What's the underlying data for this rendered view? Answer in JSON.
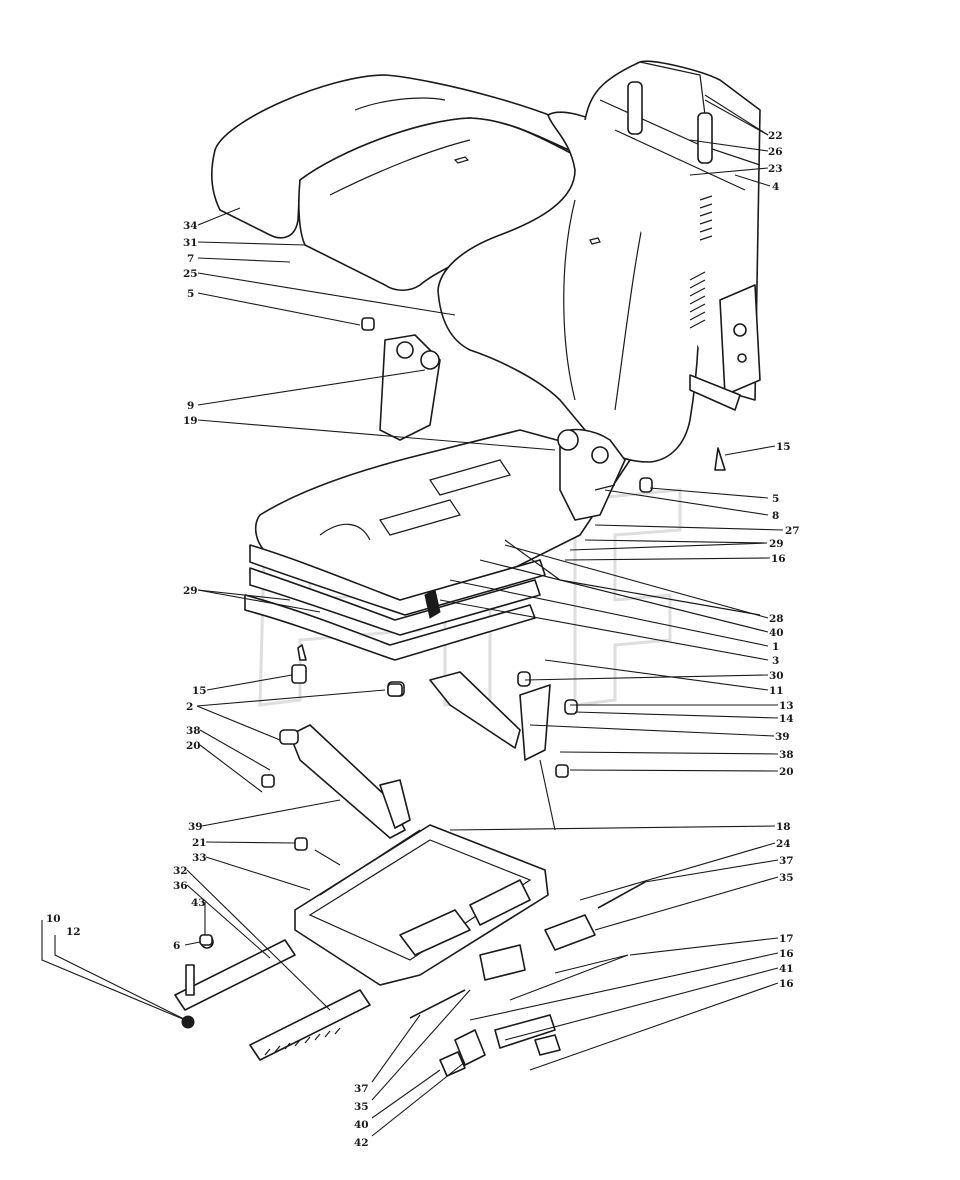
{
  "labels": [
    {
      "id": "r1",
      "text": "22"
    },
    {
      "id": "r2",
      "text": "26"
    },
    {
      "id": "r3",
      "text": "23"
    },
    {
      "id": "r4",
      "text": "4"
    },
    {
      "id": "r5",
      "text": "15"
    },
    {
      "id": "r6",
      "text": "5"
    },
    {
      "id": "r7",
      "text": "8"
    },
    {
      "id": "r8",
      "text": "27"
    },
    {
      "id": "r9",
      "text": "29"
    },
    {
      "id": "r10",
      "text": "16"
    },
    {
      "id": "r11",
      "text": "28"
    },
    {
      "id": "r12",
      "text": "40"
    },
    {
      "id": "r13",
      "text": "1"
    },
    {
      "id": "r14",
      "text": "3"
    },
    {
      "id": "r15",
      "text": "30"
    },
    {
      "id": "r16",
      "text": "11"
    },
    {
      "id": "r17",
      "text": "13"
    },
    {
      "id": "r18",
      "text": "14"
    },
    {
      "id": "r19",
      "text": "39"
    },
    {
      "id": "r20",
      "text": "38"
    },
    {
      "id": "r21",
      "text": "20"
    },
    {
      "id": "r22",
      "text": "18"
    },
    {
      "id": "r23",
      "text": "24"
    },
    {
      "id": "r24",
      "text": "37"
    },
    {
      "id": "r25",
      "text": "35"
    },
    {
      "id": "r26",
      "text": "17"
    },
    {
      "id": "r27",
      "text": "16"
    },
    {
      "id": "r28",
      "text": "41"
    },
    {
      "id": "r29",
      "text": "16"
    },
    {
      "id": "l1",
      "text": "34"
    },
    {
      "id": "l2",
      "text": "31"
    },
    {
      "id": "l3",
      "text": "7"
    },
    {
      "id": "l4",
      "text": "25"
    },
    {
      "id": "l5",
      "text": "5"
    },
    {
      "id": "l6",
      "text": "9"
    },
    {
      "id": "l7",
      "text": "19"
    },
    {
      "id": "l8",
      "text": "29"
    },
    {
      "id": "l9",
      "text": "15"
    },
    {
      "id": "l10",
      "text": "2"
    },
    {
      "id": "l11",
      "text": "38"
    },
    {
      "id": "l12",
      "text": "20"
    },
    {
      "id": "l13",
      "text": "39"
    },
    {
      "id": "l14",
      "text": "21"
    },
    {
      "id": "l15",
      "text": "33"
    },
    {
      "id": "l16",
      "text": "32"
    },
    {
      "id": "l17",
      "text": "36"
    },
    {
      "id": "l18",
      "text": "43"
    },
    {
      "id": "l19",
      "text": "6"
    },
    {
      "id": "l20",
      "text": "10"
    },
    {
      "id": "l21",
      "text": "12"
    },
    {
      "id": "b1",
      "text": "37"
    },
    {
      "id": "b2",
      "text": "35"
    },
    {
      "id": "b3",
      "text": "40"
    },
    {
      "id": "b4",
      "text": "42"
    }
  ]
}
